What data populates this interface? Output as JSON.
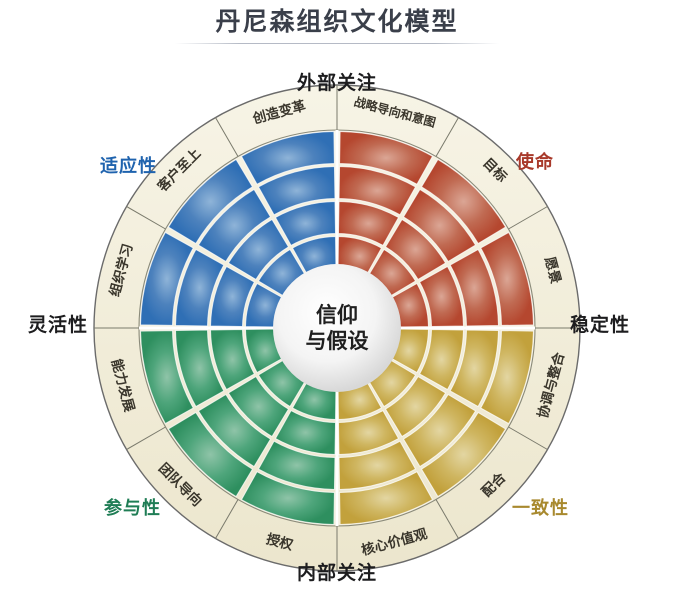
{
  "title": "丹尼森组织文化模型",
  "axes": {
    "top": "外部关注",
    "bottom": "内部关注",
    "left": "灵活性",
    "right": "稳定性"
  },
  "center": {
    "line1": "信仰",
    "line2": "与假设"
  },
  "quadrants": [
    {
      "key": "adaptability",
      "label": "适应性",
      "color": "#2f6fb5",
      "label_color": "#1f63ae",
      "segments": [
        "组织学习",
        "客户至上",
        "创造变革"
      ]
    },
    {
      "key": "mission",
      "label": "使命",
      "color": "#b5472f",
      "label_color": "#a8392a",
      "segments": [
        "战略导向和意图",
        "目标",
        "愿景"
      ]
    },
    {
      "key": "consistency",
      "label": "一致性",
      "color": "#c2a13c",
      "label_color": "#a8892e",
      "segments": [
        "协调与整合",
        "配合",
        "核心价值观"
      ]
    },
    {
      "key": "involvement",
      "label": "参与性",
      "color": "#2e8f5f",
      "label_color": "#1f7d55",
      "segments": [
        "授权",
        "团队导向",
        "能力发展"
      ]
    }
  ],
  "colors": {
    "outer_ring": "#f3efdc",
    "center_fill": "#f2f2f2",
    "background": "#ffffff",
    "title": "#3a3f4a",
    "axis_text": "#1d1d1f"
  },
  "chart_data": {
    "type": "pie",
    "title": "丹尼森组织文化模型",
    "legend_position": "none",
    "rings": 4,
    "quadrant_count": 4,
    "segments_per_quadrant": 3,
    "categories": [
      "适应性",
      "使命",
      "一致性",
      "参与性"
    ],
    "values": [
      25,
      25,
      25,
      25
    ],
    "series": [
      {
        "name": "适应性",
        "values": [
          "组织学习",
          "客户至上",
          "创造变革"
        ]
      },
      {
        "name": "使命",
        "values": [
          "战略导向和意图",
          "目标",
          "愿景"
        ]
      },
      {
        "name": "一致性",
        "values": [
          "协调与整合",
          "配合",
          "核心价值观"
        ]
      },
      {
        "name": "参与性",
        "values": [
          "授权",
          "团队导向",
          "能力发展"
        ]
      }
    ],
    "annotations": [
      "外部关注",
      "内部关注",
      "灵活性",
      "稳定性",
      "信仰与假设"
    ]
  }
}
